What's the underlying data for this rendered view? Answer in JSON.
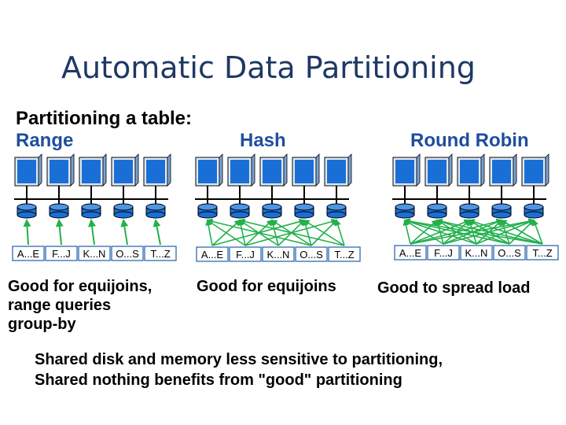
{
  "slide": {
    "title": "Automatic Data Partitioning",
    "subtitle": "Partitioning a table:",
    "schemes": [
      {
        "name": "Range",
        "ranges": [
          "A...E",
          "F...J",
          "K...N",
          "O...S",
          "T...Z"
        ],
        "description": [
          "Good for equijoins,",
          "range queries",
          "group-by"
        ]
      },
      {
        "name": "Hash",
        "ranges": [
          "A...E",
          "F...J",
          "K...N",
          "O...S",
          "T...Z"
        ],
        "description": [
          "Good for equijoins"
        ]
      },
      {
        "name": "Round Robin",
        "ranges": [
          "A...E",
          "F...J",
          "K...N",
          "O...S",
          "T...Z"
        ],
        "description": [
          "Good to spread load"
        ]
      }
    ],
    "note": [
      "Shared disk and memory less sensitive to partitioning,",
      "Shared nothing benefits from \"good\" partitioning"
    ]
  },
  "colors": {
    "title": "#1f3864",
    "heading": "#1f4e9c",
    "processor": "#1a6fd6",
    "disk": "#1a6fd6",
    "arrow": "#22b14c",
    "range_box": "#1f5fa8"
  }
}
